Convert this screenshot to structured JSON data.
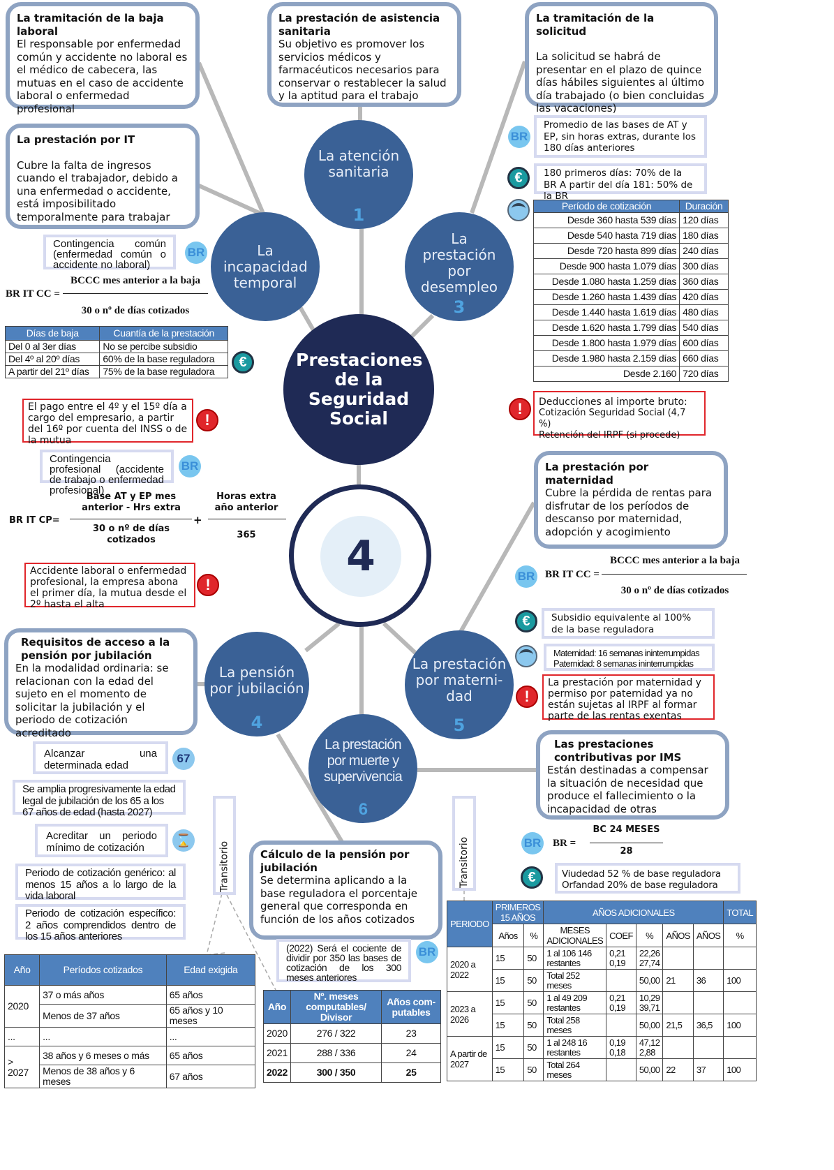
{
  "center": {
    "title": "Prestaciones de la Seguridad Social",
    "number": "4"
  },
  "circles": [
    {
      "label": "La atención sanitaria",
      "num": "1"
    },
    {
      "label": "La incapacidad temporal",
      "num": ""
    },
    {
      "label": "La prestación por desempleo",
      "num": "3"
    },
    {
      "label": "La pensión por jubilación",
      "num": "4"
    },
    {
      "label": "La prestación por materni-dad",
      "num": "5"
    },
    {
      "label": "La prestación por muerte y supervivencia",
      "num": "6"
    }
  ],
  "boxes": {
    "baja": {
      "title": "La tramitación de la baja laboral",
      "body": "El responsable por enfermedad común y accidente no laboral es el médico de cabecera, las mutuas en el caso de accidente laboral o enfermedad profesional"
    },
    "sanitaria": {
      "title": "La prestación de asistencia sanitaria",
      "body": "Su objetivo es promover los servicios médicos y farmacéuticos necesarios para conservar o restablecer la salud y la aptitud para el trabajo"
    },
    "solicitud": {
      "title": "La tramitación de la solicitud",
      "body": "La solicitud se habrá de presentar en el plazo de quince días hábiles siguientes al último día trabajado (o bien concluidas las vacaciones)"
    },
    "it": {
      "title": "La prestación por IT",
      "body": "Cubre la falta de ingresos cuando el trabajador, debido a una enfermedad o accidente, está imposibilitado temporalmente para trabajar"
    },
    "maternidad": {
      "title": "La prestación por maternidad",
      "body": "Cubre la pérdida de rentas para disfrutar de los períodos de descanso por maternidad, adopción y acogimiento"
    },
    "ims": {
      "title": "Las prestaciones contributivas por IMS",
      "body": "Están destinadas a compensar la situación de necesidad que produce el fallecimiento o la incapacidad de otras"
    },
    "requisitos": {
      "title": "Requisitos de acceso a la pensión por jubilación",
      "body": "En la modalidad ordinaria: se relacionan con la edad del sujeto en el momento de solicitar la jubilación y el periodo de cotización acreditado"
    },
    "calculo": {
      "title": "Cálculo de la pensión por jubilación",
      "body": "Se determina aplicando a la base reguladora el porcentaje general que corresponda en función de los años cotizados"
    }
  },
  "notes": {
    "comun": "Contingencia común (enfermedad común o accidente no laboral)",
    "profesional": "Contingencia profesional (accidente de trabajo o enfermedad profesional)",
    "red_pago": "El pago entre el 4º y el 15º día a cargo del empresario, a partir del 16º por cuenta del INSS o de la mutua",
    "red_accidente": "Accidente laboral o enfermedad profesional, la empresa abona el primer día, la mutua desde el 2º hasta el alta",
    "promedio": "Promedio de las bases de AT y EP, sin horas extras, durante los 180 días anteriores",
    "porcentajes": "180 primeros días: 70% de la BR A partir del día 181: 50% de la BR",
    "deducciones": [
      "Deducciones al importe bruto:",
      "Cotización Seguridad Social (4,7 %)",
      "Retención del IRPF (si procede)"
    ],
    "subsidio": "Subsidio equivalente al 100% de la base reguladora",
    "semanas": [
      "Maternidad: 16 semanas ininterrumpidas",
      "Paternidad: 8 semanas ininterrumpidas"
    ],
    "red_irpf": "La prestación por maternidad y permiso por paternidad ya no están sujetas al IRPF al formar parte de las rentas exentas",
    "viudedad": [
      "Viudedad 52 % de base reguladora",
      "Orfandad 20% de base reguladora"
    ],
    "alcanzar": "Alcanzar una determinada edad",
    "amplia": "Se amplia progresivamente la edad legal de jubilación de los 65 a los 67 años de edad (hasta 2027)",
    "acreditar": "Acreditar un periodo mínimo de cotización",
    "generico": "Periodo de cotización genérico: al menos 15 años a lo largo de la vida laboral",
    "especifico": "Periodo de cotización específico: 2 años comprendidos dentro de los 15 años anteriores",
    "cociente": "(2022) Será el cociente de dividir por 350 las bases de cotización de los 300 meses anteriores",
    "transitorio": "Transitorio"
  },
  "icons": {
    "br": "BR",
    "euro": "€",
    "alert": "!",
    "age": "67",
    "hourglass": "⌛"
  },
  "formulas": {
    "itcc": {
      "lhs": "BR IT CC =",
      "num": "BCCC mes anterior a la baja",
      "den": "30 o nº de días cotizados"
    },
    "itcp": {
      "lhs": "BR IT CP=",
      "num1": "Base AT y EP mes anterior - Hrs extra",
      "den1": "30 o nº de días cotizados",
      "plus": "+",
      "num2": "Horas extra año anterior",
      "den2": "365"
    },
    "mat": {
      "lhs": "BR IT CC =",
      "num": "BCCC mes anterior a la baja",
      "den": "30 o nº de días cotizados"
    },
    "ims": {
      "lhs": "BR =",
      "num": "BC 24 MESES",
      "den": "28"
    }
  },
  "table_baja": {
    "headers": [
      "Días de baja",
      "Cuantía de la prestación"
    ],
    "rows": [
      [
        "Del 0 al 3er días",
        "No se percibe subsidio"
      ],
      [
        "Del 4º al 20º días",
        "60% de la base reguladora"
      ],
      [
        "A partir del 21º días",
        "75% de la base reguladora"
      ]
    ]
  },
  "table_desempleo": {
    "headers": [
      "Período de cotización",
      "Duración"
    ],
    "rows": [
      [
        "Desde 360 hasta 539 días",
        "120 días"
      ],
      [
        "Desde 540 hasta 719 días",
        "180 días"
      ],
      [
        "Desde 720 hasta 899 días",
        "240 días"
      ],
      [
        "Desde 900 hasta 1.079 días",
        "300 días"
      ],
      [
        "Desde 1.080 hasta 1.259 días",
        "360 días"
      ],
      [
        "Desde 1.260 hasta 1.439 días",
        "420 días"
      ],
      [
        "Desde 1.440 hasta 1.619 días",
        "480 días"
      ],
      [
        "Desde 1.620 hasta 1.799 días",
        "540 días"
      ],
      [
        "Desde 1.800 hasta 1.979 días",
        "600 días"
      ],
      [
        "Desde 1.980 hasta 2.159 días",
        "660 días"
      ],
      [
        "Desde 2.160",
        "720 días"
      ]
    ]
  },
  "table_edad": {
    "headers": [
      "Año",
      "Períodos cotizados",
      "Edad exigida"
    ],
    "rows": [
      [
        "2020",
        "37 o más años",
        "65 años"
      ],
      [
        "",
        "Menos de 37 años",
        "65 años y 10 meses"
      ],
      [
        "...",
        "...",
        "..."
      ],
      [
        "> 2027",
        "38 años y 6 meses o más",
        "65 años"
      ],
      [
        "",
        "Menos de 38 años y 6 meses",
        "67 años"
      ]
    ]
  },
  "table_divisor": {
    "headers": [
      "Año",
      "Nº. meses computables/ Divisor",
      "Años com-putables"
    ],
    "rows": [
      [
        "2020",
        "276 / 322",
        "23"
      ],
      [
        "2021",
        "288 / 336",
        "24"
      ],
      [
        "2022",
        "300 / 350",
        "25"
      ]
    ]
  },
  "table_porcentaje": {
    "headers": {
      "periodo": "PERIODO",
      "primeros": "PRIMEROS 15 AÑOS",
      "adicionales": "AÑOS ADICIONALES",
      "total": "TOTAL",
      "sub": [
        "Años",
        "%",
        "MESES ADICIONALES",
        "COEF",
        "%",
        "AÑOS",
        "AÑOS",
        "%"
      ]
    },
    "groups": [
      {
        "periodo": "2020 a 2022",
        "rows": [
          [
            "15",
            "50",
            "1 al 106 146 restantes",
            "0,21 0,19",
            "22,26 27,74",
            "",
            "",
            ""
          ],
          [
            "15",
            "50",
            "Total 252 meses",
            "",
            "50,00",
            "21",
            "36",
            "100"
          ]
        ]
      },
      {
        "periodo": "2023 a 2026",
        "rows": [
          [
            "15",
            "50",
            "1 al 49 209 restantes",
            "0,21 0,19",
            "10,29 39,71",
            "",
            "",
            ""
          ],
          [
            "15",
            "50",
            "Total 258 meses",
            "",
            "50,00",
            "21,5",
            "36,5",
            "100"
          ]
        ]
      },
      {
        "periodo": "A partir de 2027",
        "rows": [
          [
            "15",
            "50",
            "1 al 248 16 restantes",
            "0,19 0,18",
            "47,12 2,88",
            "",
            "",
            ""
          ],
          [
            "15",
            "50",
            "Total 264 meses",
            "",
            "50,00",
            "22",
            "37",
            "100"
          ]
        ]
      }
    ]
  },
  "colors": {
    "circle": "#3a6196",
    "center": "#1f2a55",
    "accent": "#4fa3e0",
    "header": "#4f81bd",
    "alert": "#e0262b"
  }
}
